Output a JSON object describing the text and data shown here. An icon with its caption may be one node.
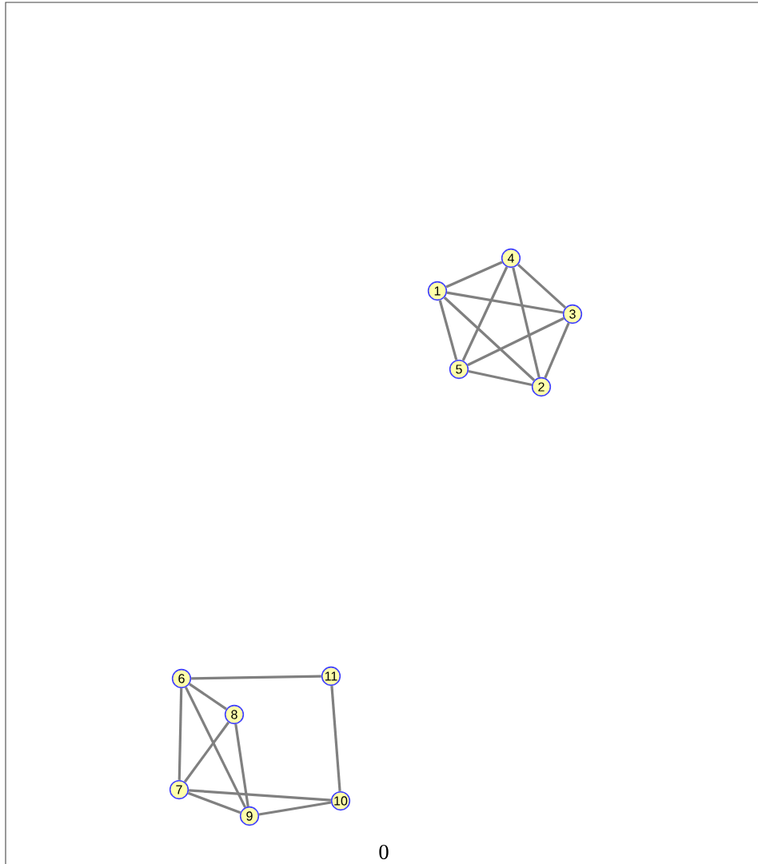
{
  "diagram": {
    "nodes": [
      {
        "text": [
          "1"
        ]
      },
      {
        "text": [
          "2"
        ]
      },
      {
        "text": [
          "3"
        ]
      },
      {
        "text": [
          "4"
        ]
      },
      {
        "text": [
          "5"
        ]
      },
      {
        "text": [
          "6"
        ]
      },
      {
        "text": [
          "7"
        ]
      },
      {
        "text": [
          "8"
        ]
      },
      {
        "text": [
          "9"
        ]
      },
      {
        "text": [
          "10"
        ]
      },
      {
        "text": [
          "11"
        ]
      }
    ],
    "edges": [
      {
        "from": 0,
        "to": 3,
        "arrow": "none"
      },
      {
        "from": 0,
        "to": 2,
        "arrow": "none"
      },
      {
        "from": 0,
        "to": 4,
        "arrow": "none"
      },
      {
        "from": 0,
        "to": 1,
        "arrow": "none"
      },
      {
        "from": 3,
        "to": 2,
        "arrow": "none"
      },
      {
        "from": 3,
        "to": 4,
        "arrow": "none"
      },
      {
        "from": 3,
        "to": 1,
        "arrow": "none"
      },
      {
        "from": 2,
        "to": 4,
        "arrow": "none"
      },
      {
        "from": 2,
        "to": 1,
        "arrow": "none"
      },
      {
        "from": 4,
        "to": 1,
        "arrow": "none"
      },
      {
        "from": 5,
        "to": 10,
        "arrow": "none"
      },
      {
        "from": 5,
        "to": 7,
        "arrow": "none"
      },
      {
        "from": 5,
        "to": 6,
        "arrow": "none"
      },
      {
        "from": 5,
        "to": 8,
        "arrow": "none"
      },
      {
        "from": 7,
        "to": 6,
        "arrow": "none"
      },
      {
        "from": 7,
        "to": 8,
        "arrow": "none"
      },
      {
        "from": 6,
        "to": 9,
        "arrow": "none"
      },
      {
        "from": 6,
        "to": 8,
        "arrow": "none"
      },
      {
        "from": 8,
        "to": 9,
        "arrow": "none"
      },
      {
        "from": 10,
        "to": 9,
        "arrow": "none"
      }
    ],
    "labels": [
      "0"
    ]
  }
}
